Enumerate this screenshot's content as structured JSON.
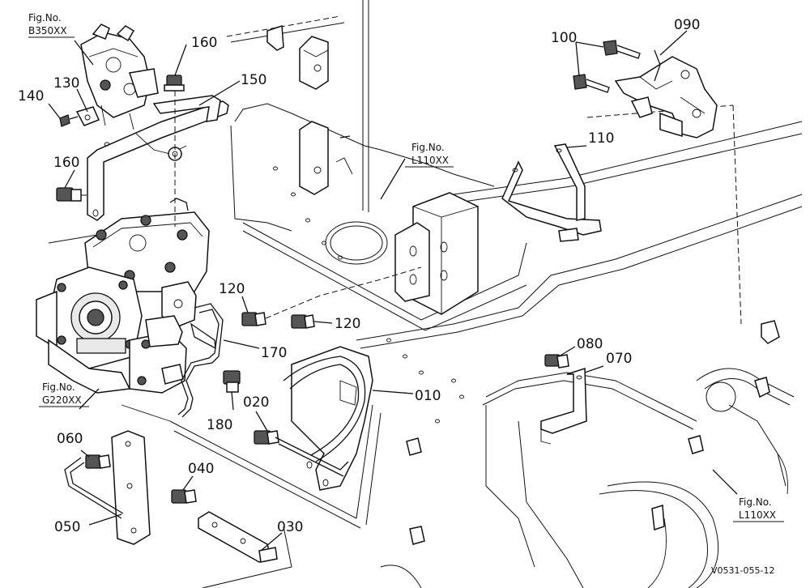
{
  "figure_refs": [
    {
      "id": "b350",
      "line1": "Fig.No.",
      "line2": "B350XX"
    },
    {
      "id": "l110-top",
      "line1": "Fig.No.",
      "line2": "L110XX"
    },
    {
      "id": "g220",
      "line1": "Fig.No.",
      "line2": "G220XX"
    },
    {
      "id": "l110-bottom",
      "line1": "Fig.No.",
      "line2": "L110XX"
    }
  ],
  "callouts": [
    {
      "id": "160a",
      "label": "160"
    },
    {
      "id": "150",
      "label": "150"
    },
    {
      "id": "130",
      "label": "130"
    },
    {
      "id": "140",
      "label": "140"
    },
    {
      "id": "160b",
      "label": "160"
    },
    {
      "id": "100",
      "label": "100"
    },
    {
      "id": "090",
      "label": "090"
    },
    {
      "id": "110",
      "label": "110"
    },
    {
      "id": "120a",
      "label": "120"
    },
    {
      "id": "120b",
      "label": "120"
    },
    {
      "id": "170",
      "label": "170"
    },
    {
      "id": "010",
      "label": "010"
    },
    {
      "id": "020",
      "label": "020"
    },
    {
      "id": "180",
      "label": "180"
    },
    {
      "id": "080",
      "label": "080"
    },
    {
      "id": "070",
      "label": "070"
    },
    {
      "id": "060",
      "label": "060"
    },
    {
      "id": "040",
      "label": "040"
    },
    {
      "id": "050",
      "label": "050"
    },
    {
      "id": "030",
      "label": "030"
    }
  ],
  "drawing_code": "V0531-055-12"
}
